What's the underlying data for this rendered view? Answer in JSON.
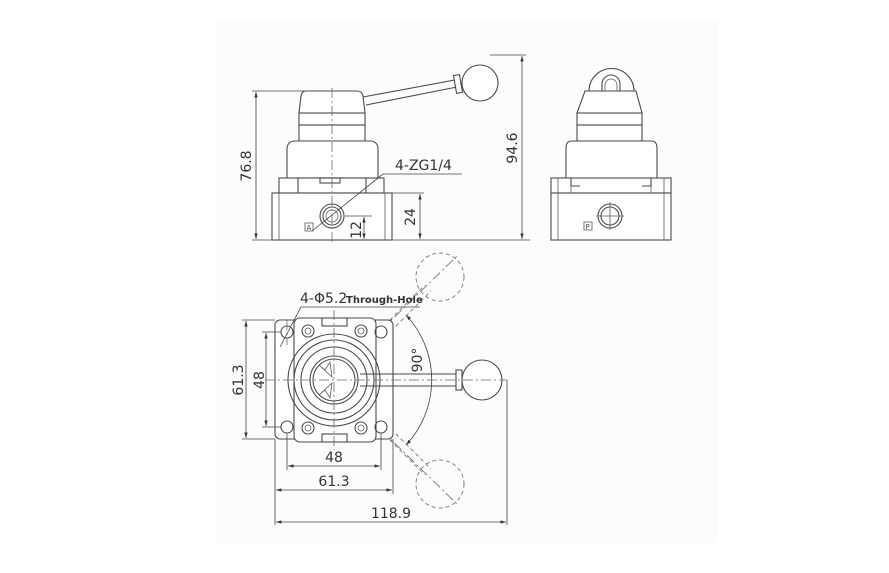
{
  "drawing": {
    "title": "Hand lever 4-way valve dimension drawing",
    "views": {
      "front": {
        "port_label": "A",
        "dimensions": {
          "overall_height_body": "76.8",
          "port_spec": "4-ZG1/4",
          "base_height": "24",
          "port_center_height": "12",
          "overall_height_with_lever": "94.6"
        }
      },
      "side": {
        "port_label": "P"
      },
      "top": {
        "dimensions": {
          "mounting_holes": "4-Φ5.2",
          "mounting_holes_note": "Through-Hole",
          "flange_height": "61.3",
          "hole_pitch_vertical": "48",
          "hole_pitch_horizontal": "48",
          "flange_width": "61.3",
          "overall_width": "118.9",
          "rotation_angle": "90°"
        }
      }
    },
    "colors": {
      "background": "#ffffff",
      "panel": "#fcfcfc",
      "line": "#4a4a4a"
    }
  }
}
